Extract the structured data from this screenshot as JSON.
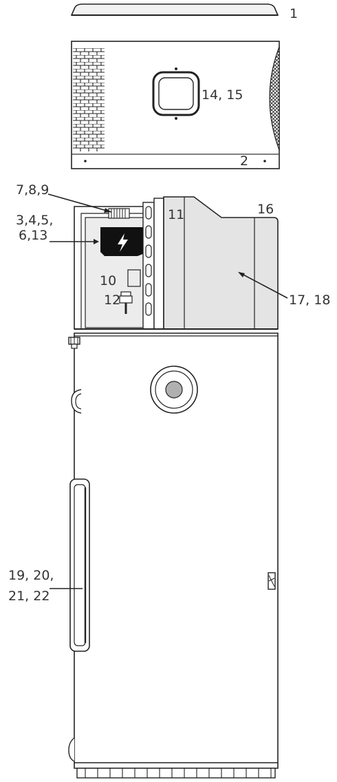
{
  "diagram": {
    "labels": {
      "l1": "1",
      "l2": "2",
      "l14": "14, 15",
      "l789": "7,8,9",
      "l345a": "3,4,5,",
      "l345b": "6,13",
      "l10": "10",
      "l11": "11",
      "l12": "12",
      "l16": "16",
      "l17": "17, 18",
      "l19a": "19, 20,",
      "l19b": "21, 22"
    },
    "icons": {
      "control_box": "lightning-bolt-icon"
    },
    "colors": {
      "stroke": "#222222",
      "panel_fill": "#e4e4e4",
      "control_box": "#111111",
      "tank_fill": "#ffffff"
    }
  }
}
